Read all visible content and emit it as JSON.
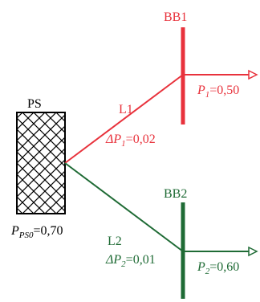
{
  "power_station": {
    "label": "PS",
    "output_text": "=0,70",
    "output_symbol": "P",
    "output_sub": "PS0"
  },
  "busbar1": {
    "label": "BB1",
    "line_label": "L1",
    "loss_symbol": "ΔP",
    "loss_sub": "1",
    "loss_text": "=0,02",
    "load_symbol": "P",
    "load_sub": "1",
    "load_text": "=0,50"
  },
  "busbar2": {
    "label": "BB2",
    "line_label": "L2",
    "loss_symbol": "ΔP",
    "loss_sub": "2",
    "loss_text": "=0,01",
    "load_symbol": "P",
    "load_sub": "2",
    "load_text": "=0,60"
  },
  "colors": {
    "red": "#e8323c",
    "green": "#1f6b35",
    "black": "#000000"
  }
}
